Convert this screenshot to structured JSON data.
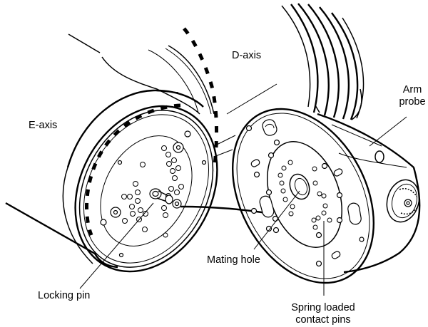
{
  "diagram": {
    "subject": "Robot arm tool changer: E-axis wrist plate and arm probe",
    "labels": {
      "d_axis": "D-axis",
      "e_axis": "E-axis",
      "arm_probe_line1": "Arm",
      "arm_probe_line2": "probe",
      "mating_hole": "Mating hole",
      "locking_pin": "Locking pin",
      "spring_pins_line1": "Spring loaded",
      "spring_pins_line2": "contact pins"
    },
    "colors": {
      "ink": "#000000",
      "background": "#ffffff"
    }
  }
}
